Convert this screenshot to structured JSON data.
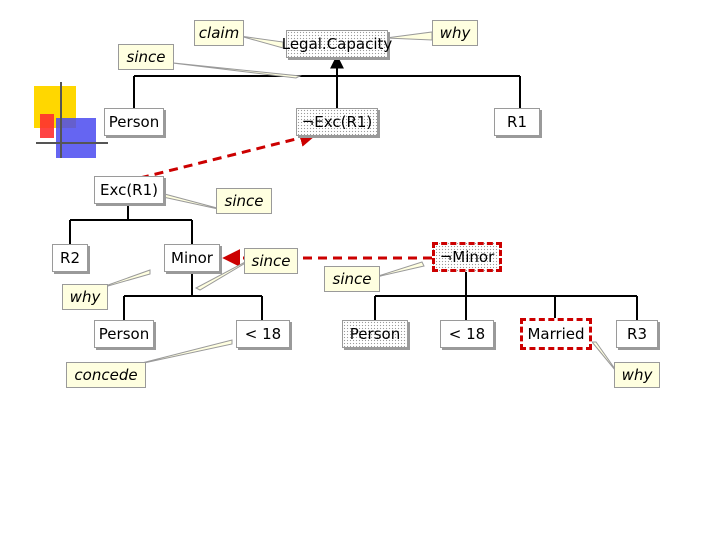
{
  "colors": {
    "line": "#000000",
    "node_border": "#9a9a9a",
    "callout_fill": "#ffffe0",
    "dashed_arrow": "#cc0000",
    "deco_yellow": "#ffd700",
    "deco_red": "#ff3030",
    "deco_blue": "#4a4af0"
  },
  "nodes": {
    "legal_capacity": "Legal.Capacity",
    "not_exc_r1": "¬Exc(R1)",
    "r1": "R1",
    "person_top": "Person",
    "exc_r1": "Exc(R1)",
    "r2": "R2",
    "minor": "Minor",
    "not_minor": "¬Minor",
    "person_left": "Person",
    "lt18_left": "< 18",
    "person_mid": "Person",
    "lt18_right": "< 18",
    "married": "Married",
    "r3": "R3"
  },
  "callouts": {
    "claim": "claim",
    "why_top": "why",
    "since_top": "since",
    "since_mid": "since",
    "since_minor": "since",
    "since_right": "since",
    "why_left": "why",
    "concede": "concede",
    "why_right": "why"
  }
}
